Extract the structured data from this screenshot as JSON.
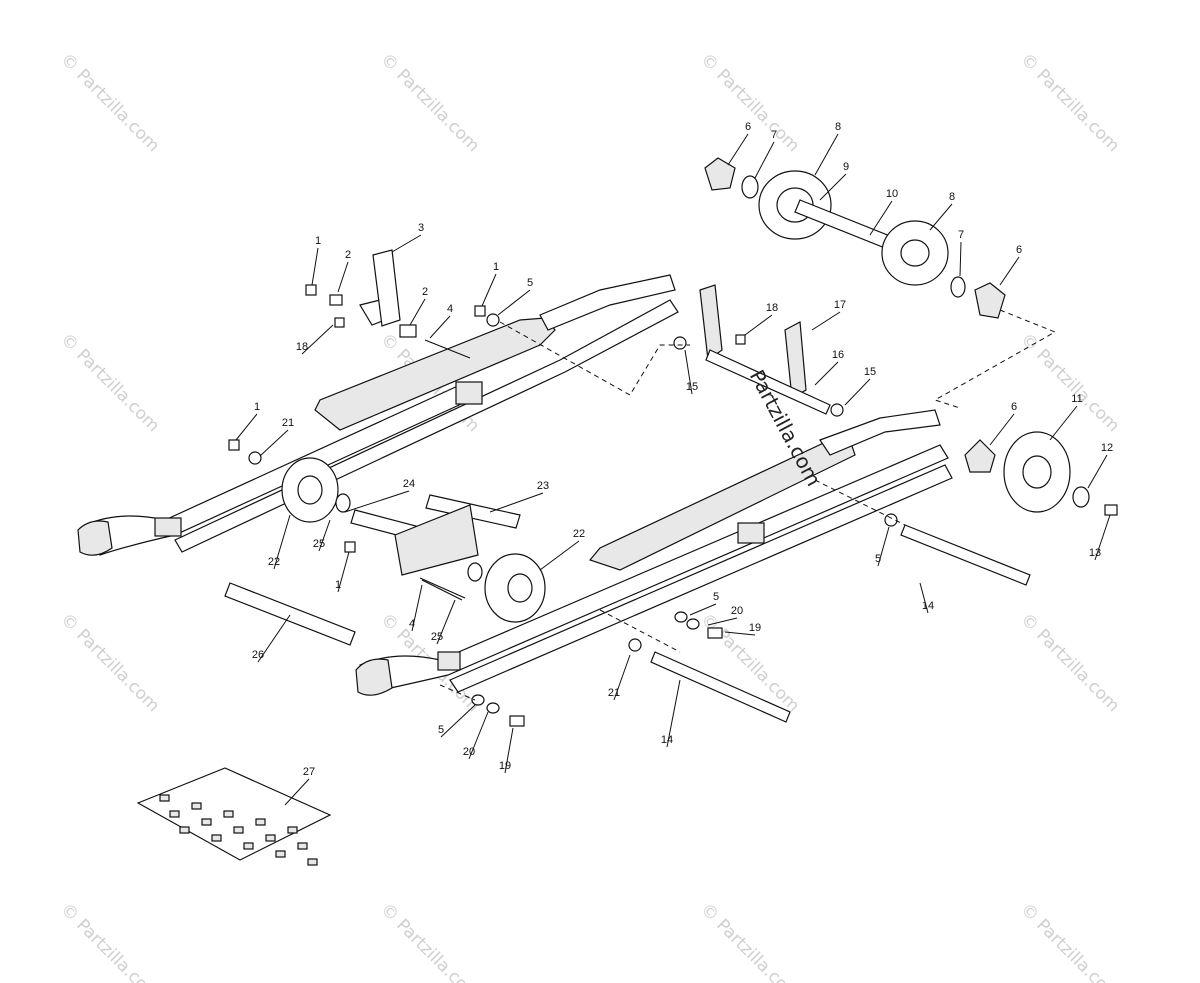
{
  "diagram": {
    "watermark_text": "© Partzilla.com",
    "center_watermark_text": "Partzilla.com",
    "callouts": [
      "1",
      "2",
      "3",
      "1",
      "5",
      "4",
      "2",
      "18",
      "1",
      "21",
      "24",
      "23",
      "25",
      "22",
      "22",
      "1",
      "4",
      "25",
      "26",
      "6",
      "7",
      "8",
      "9",
      "10",
      "8",
      "7",
      "6",
      "18",
      "17",
      "16",
      "15",
      "15",
      "6",
      "11",
      "12",
      "13",
      "5",
      "14",
      "5",
      "20",
      "19",
      "21",
      "14",
      "5",
      "20",
      "19",
      "27"
    ]
  }
}
